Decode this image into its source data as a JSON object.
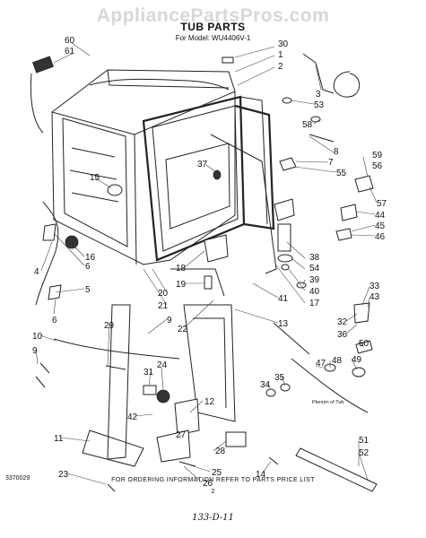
{
  "watermark": "AppliancePartsPros.com",
  "title": "TUB PARTS",
  "model": "For Model: WU4406V-1",
  "footer": "FOR ORDERING INFORMATION REFER TO PARTS PRICE LIST",
  "page_number": "2",
  "doc_code": "3370029",
  "handwritten": "133-D-11",
  "note": "Plenum of Tub",
  "callouts": [
    {
      "id": "c60",
      "label": "60"
    },
    {
      "id": "c61",
      "label": "61"
    },
    {
      "id": "c30",
      "label": "30"
    },
    {
      "id": "c1",
      "label": "1"
    },
    {
      "id": "c2",
      "label": "2"
    },
    {
      "id": "c3",
      "label": "3"
    },
    {
      "id": "c53",
      "label": "53"
    },
    {
      "id": "c58",
      "label": "58"
    },
    {
      "id": "c8",
      "label": "8"
    },
    {
      "id": "c7",
      "label": "7"
    },
    {
      "id": "c55",
      "label": "55"
    },
    {
      "id": "c59",
      "label": "59"
    },
    {
      "id": "c56",
      "label": "56"
    },
    {
      "id": "c57",
      "label": "57"
    },
    {
      "id": "c44",
      "label": "44"
    },
    {
      "id": "c45",
      "label": "45"
    },
    {
      "id": "c46",
      "label": "46"
    },
    {
      "id": "c37",
      "label": "37"
    },
    {
      "id": "c15",
      "label": "15"
    },
    {
      "id": "c16",
      "label": "16"
    },
    {
      "id": "c6a",
      "label": "6"
    },
    {
      "id": "c4",
      "label": "4"
    },
    {
      "id": "c5",
      "label": "5"
    },
    {
      "id": "c6b",
      "label": "6"
    },
    {
      "id": "c18",
      "label": "18"
    },
    {
      "id": "c19",
      "label": "19"
    },
    {
      "id": "c20",
      "label": "20"
    },
    {
      "id": "c21",
      "label": "21"
    },
    {
      "id": "c38",
      "label": "38"
    },
    {
      "id": "c54",
      "label": "54"
    },
    {
      "id": "c39",
      "label": "39"
    },
    {
      "id": "c40",
      "label": "40"
    },
    {
      "id": "c17",
      "label": "17"
    },
    {
      "id": "c41",
      "label": "41"
    },
    {
      "id": "c33",
      "label": "33"
    },
    {
      "id": "c43",
      "label": "43"
    },
    {
      "id": "c32",
      "label": "32"
    },
    {
      "id": "c36",
      "label": "36"
    },
    {
      "id": "c50",
      "label": "50"
    },
    {
      "id": "c9a",
      "label": "9"
    },
    {
      "id": "c22",
      "label": "22"
    },
    {
      "id": "c13",
      "label": "13"
    },
    {
      "id": "c29",
      "label": "29"
    },
    {
      "id": "c10",
      "label": "10"
    },
    {
      "id": "c9b",
      "label": "9"
    },
    {
      "id": "c48",
      "label": "48"
    },
    {
      "id": "c47",
      "label": "47"
    },
    {
      "id": "c49",
      "label": "49"
    },
    {
      "id": "c35",
      "label": "35"
    },
    {
      "id": "c34",
      "label": "34"
    },
    {
      "id": "c24",
      "label": "24"
    },
    {
      "id": "c31",
      "label": "31"
    },
    {
      "id": "c42",
      "label": "42"
    },
    {
      "id": "c12",
      "label": "12"
    },
    {
      "id": "c27",
      "label": "27"
    },
    {
      "id": "c11",
      "label": "11"
    },
    {
      "id": "c28",
      "label": "28"
    },
    {
      "id": "c23",
      "label": "23"
    },
    {
      "id": "c25",
      "label": "25"
    },
    {
      "id": "c26",
      "label": "26"
    },
    {
      "id": "c14",
      "label": "14"
    },
    {
      "id": "c51",
      "label": "51"
    },
    {
      "id": "c52",
      "label": "52"
    }
  ]
}
